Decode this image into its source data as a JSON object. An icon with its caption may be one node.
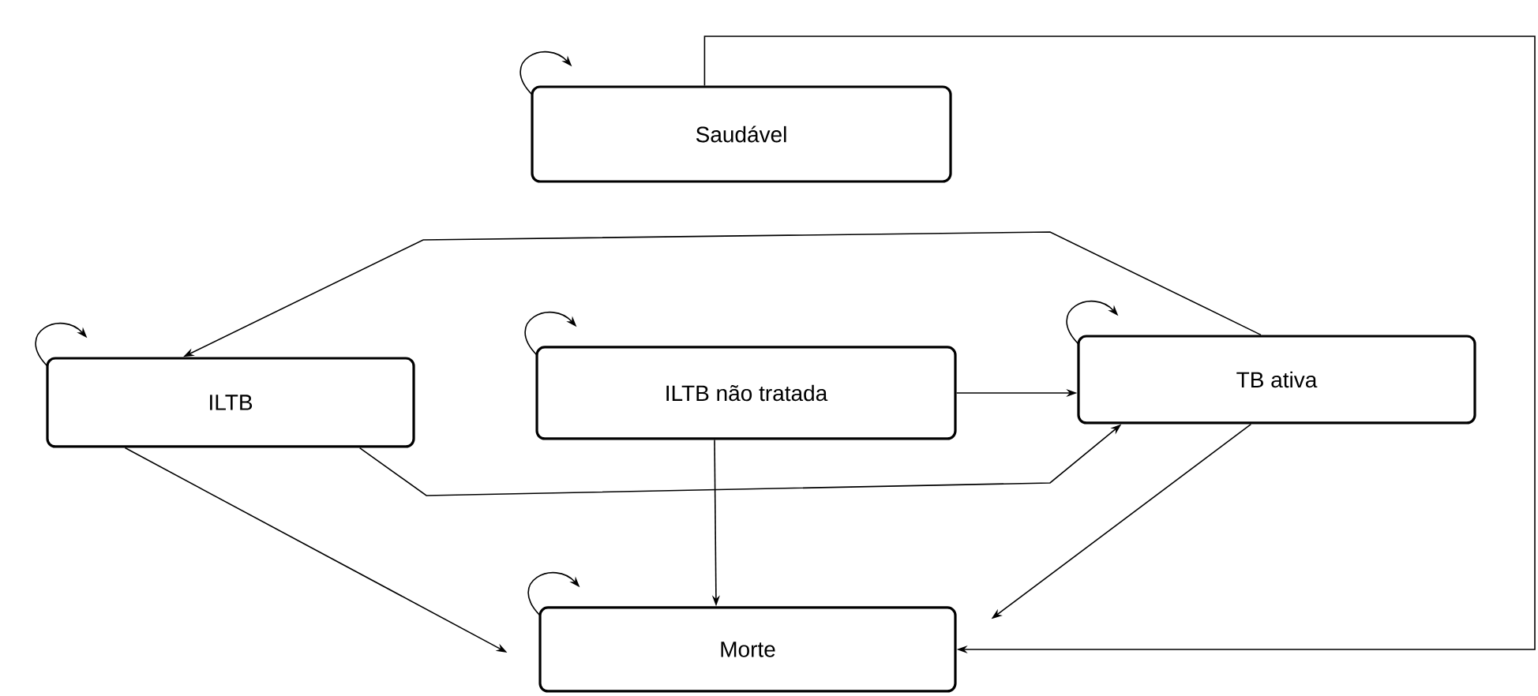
{
  "diagram": {
    "nodes": [
      {
        "text": [
          "Saudável"
        ]
      },
      {
        "text": [
          "ILTB"
        ]
      },
      {
        "text": [
          "ILTB não tratada"
        ]
      },
      {
        "text": [
          "TB ativa"
        ]
      },
      {
        "text": [
          "Morte"
        ]
      }
    ],
    "edges": [
      {
        "from": 0,
        "to": 0,
        "arrow": "to"
      },
      {
        "from": 1,
        "to": 1,
        "arrow": "to"
      },
      {
        "from": 2,
        "to": 2,
        "arrow": "to"
      },
      {
        "from": 3,
        "to": 3,
        "arrow": "to"
      },
      {
        "from": 4,
        "to": 4,
        "arrow": "to"
      },
      {
        "from": 0,
        "to": 4,
        "arrow": "to"
      },
      {
        "from": 3,
        "to": 1,
        "arrow": "to"
      },
      {
        "from": 1,
        "to": 3,
        "arrow": "to"
      },
      {
        "from": 2,
        "to": 3,
        "arrow": "to"
      },
      {
        "from": 2,
        "to": 4,
        "arrow": "to"
      },
      {
        "from": 1,
        "to": 4,
        "arrow": "to"
      },
      {
        "from": 3,
        "to": 4,
        "arrow": "to"
      }
    ]
  }
}
